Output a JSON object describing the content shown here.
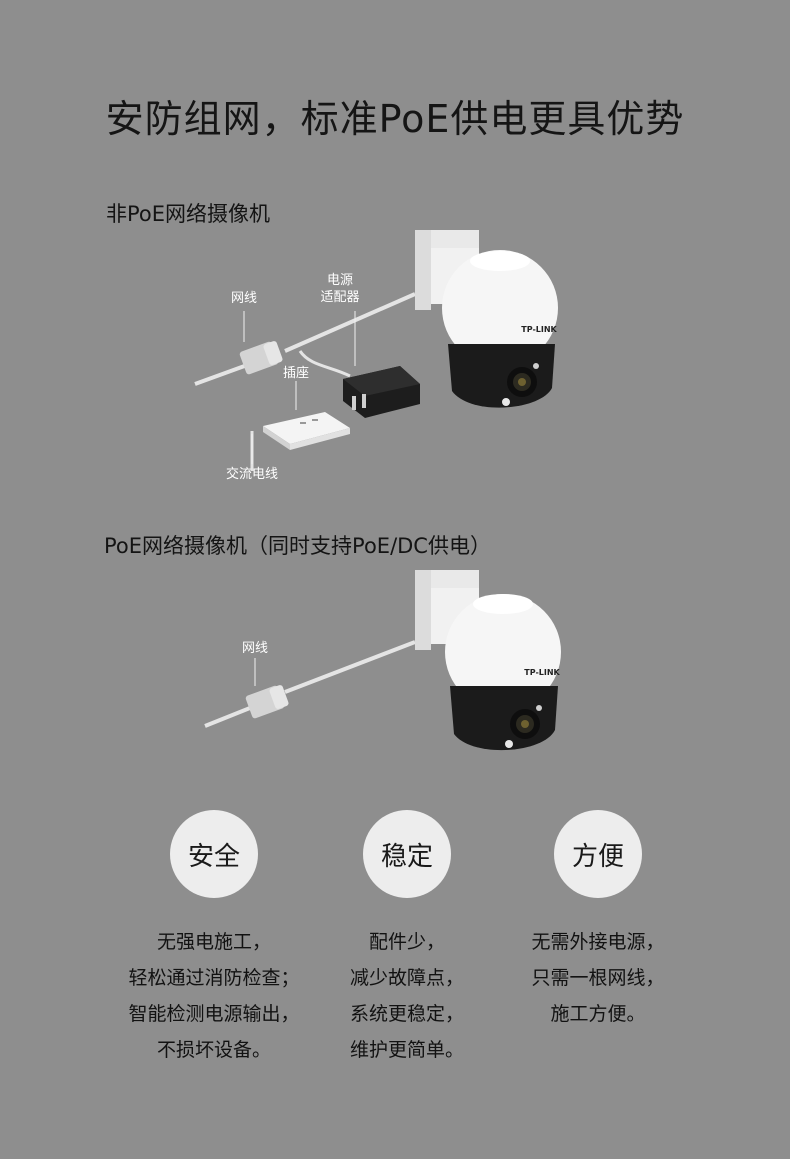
{
  "title": "安防组网，标准PoE供电更具优势",
  "section1": {
    "heading": "非PoE网络摄像机",
    "labels": {
      "network_cable": "网线",
      "power_adapter_line1": "电源",
      "power_adapter_line2": "适配器",
      "socket": "插座",
      "ac_cable": "交流电线"
    },
    "camera_brand": "TP-LINK"
  },
  "section2": {
    "heading": "PoE网络摄像机（同时支持PoE/DC供电）",
    "labels": {
      "network_cable": "网线"
    },
    "camera_brand": "TP-LINK"
  },
  "features": [
    {
      "title": "安全",
      "lines": [
        "无强电施工，",
        "轻松通过消防检查；",
        "智能检测电源输出，",
        "不损坏设备。"
      ]
    },
    {
      "title": "稳定",
      "lines": [
        "配件少，",
        "减少故障点，",
        "系统更稳定，",
        "维护更简单。"
      ]
    },
    {
      "title": "方便",
      "lines": [
        "无需外接电源，",
        "只需一根网线，",
        "施工方便。"
      ]
    }
  ]
}
